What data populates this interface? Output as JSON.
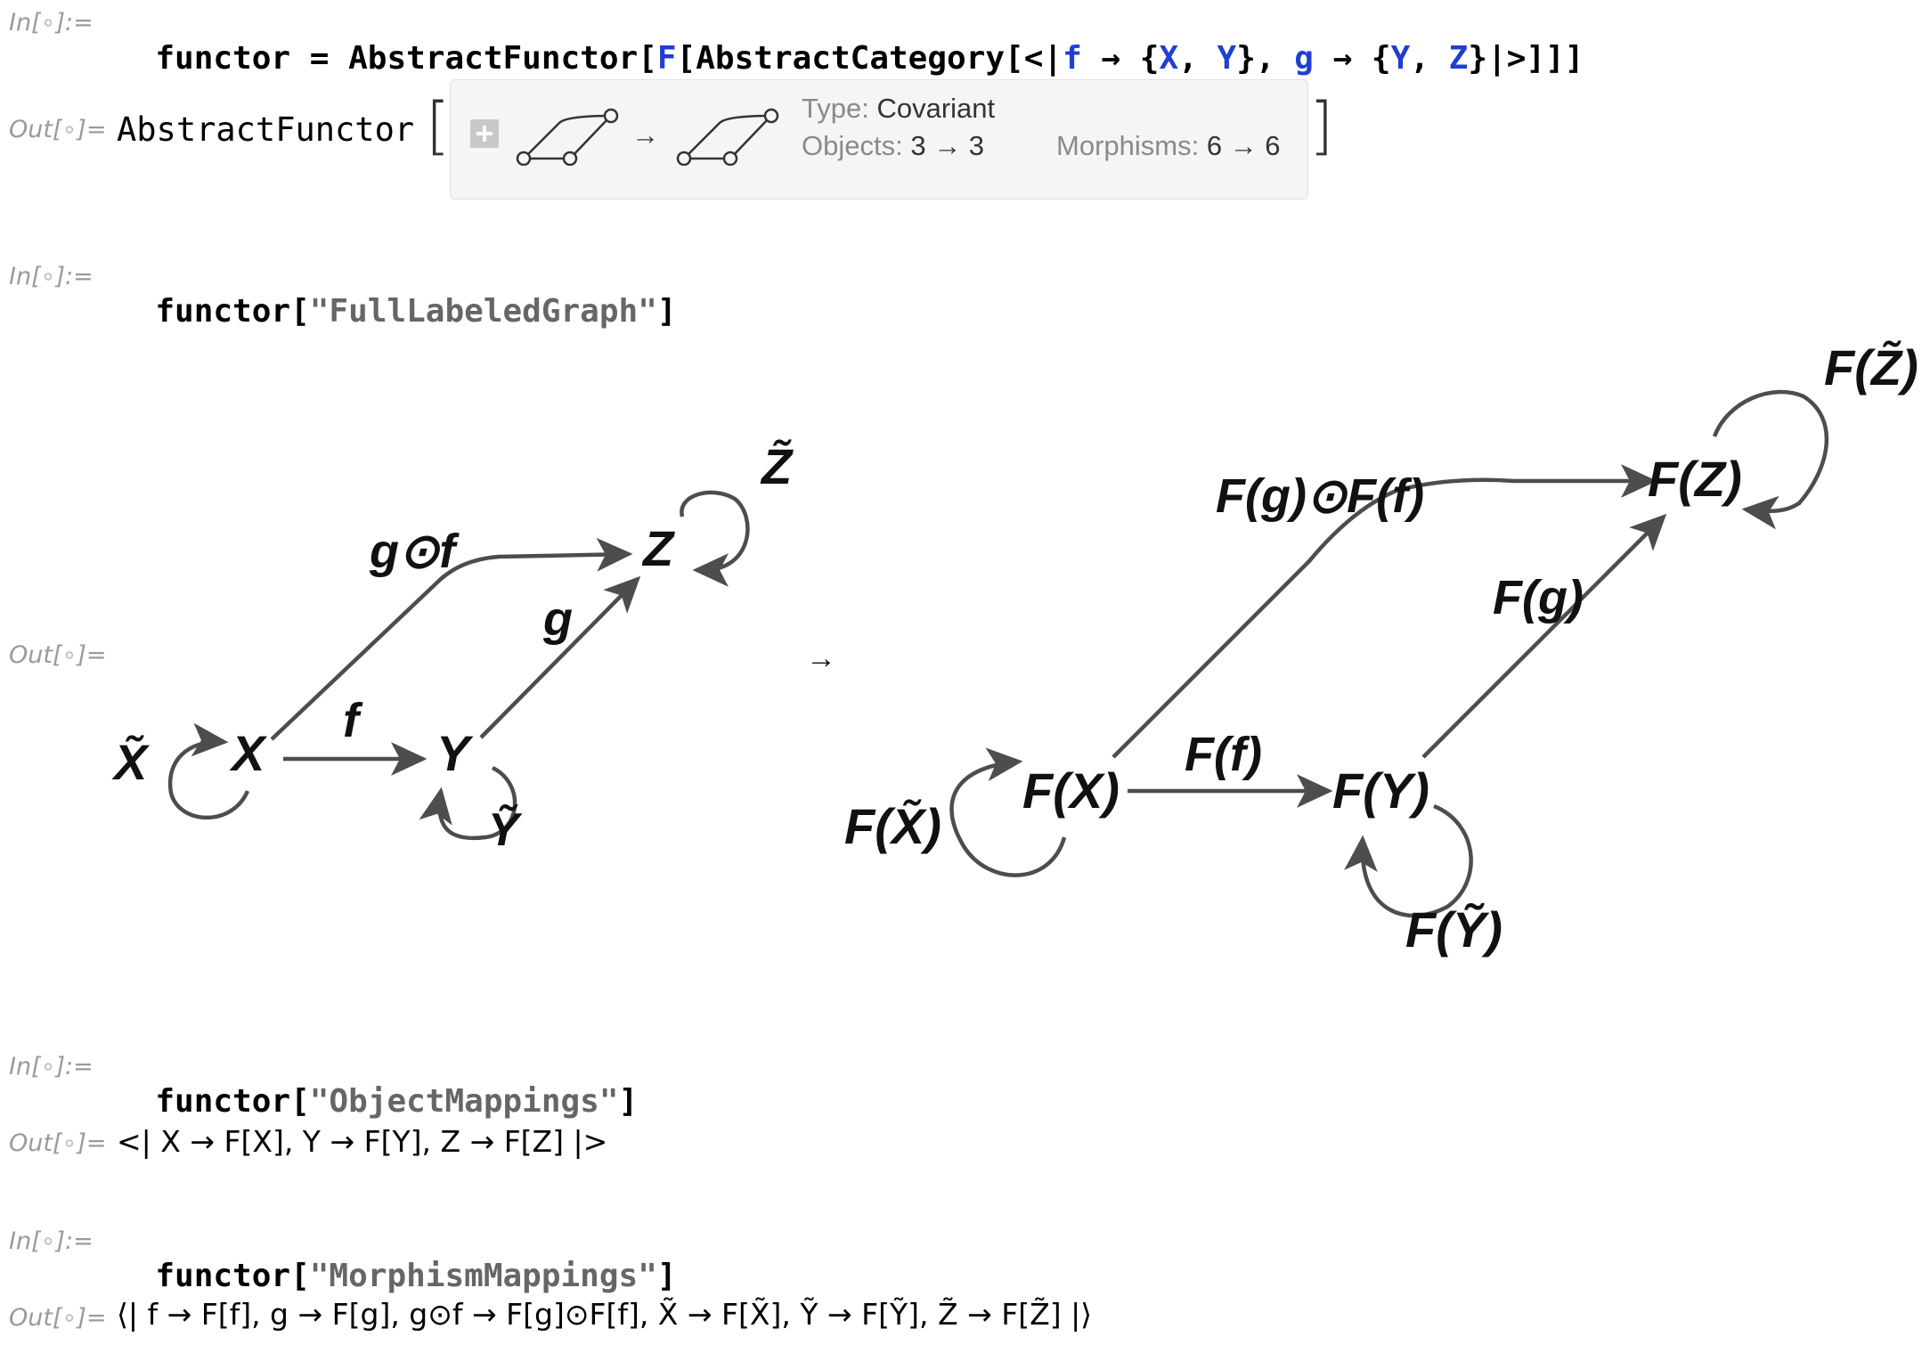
{
  "labels": {
    "in": "In[",
    "in_tail": "]:=",
    "out": "Out[",
    "out_tail": "]=",
    "dot": "∘"
  },
  "cell1": {
    "code": {
      "prefix": "functor = AbstractFunctor[",
      "F": "F",
      "mid": "[AbstractCategory[<|",
      "f": "f",
      "arrow1": " → {",
      "X": "X",
      "comma1": ", ",
      "Y1": "Y",
      "close1": "}, ",
      "g": "g",
      "arrow2": " → {",
      "Y2": "Y",
      "comma2": ", ",
      "Z": "Z",
      "suffix": "}|>]]]"
    }
  },
  "out1": {
    "head": "AbstractFunctor",
    "summary": {
      "type_key": "Type:",
      "type_val": "Covariant",
      "objects_key": "Objects:",
      "objects_val": "3 → 3",
      "morphisms_key": "Morphisms:",
      "morphisms_val": "6 → 6",
      "arrow": "→"
    }
  },
  "cell2": {
    "code_head": "functor[",
    "code_str": "\"FullLabeledGraph\"",
    "code_tail": "]"
  },
  "graph": {
    "arrow": "→",
    "left": {
      "X": "X",
      "Y": "Y",
      "Z": "Z",
      "f": "f",
      "g": "g",
      "gof": "g⊙f",
      "Xt": "X̃",
      "Yt": "Ỹ",
      "Zt": "Z̃"
    },
    "right": {
      "FX": "F(X)",
      "FY": "F(Y)",
      "FZ": "F(Z)",
      "Ff": "F(f)",
      "Fg": "F(g)",
      "FgFf": "F(g)⊙F(f)",
      "FXt": "F(X̃)",
      "FYt": "F(Ỹ)",
      "FZt": "F(Z̃)"
    },
    "edge_color": "#4d4d4d"
  },
  "cell3": {
    "code_head": "functor[",
    "code_str": "\"ObjectMappings\"",
    "code_tail": "]",
    "output": "<| X → F[X], Y → F[Y], Z → F[Z] |>"
  },
  "cell4": {
    "code_head": "functor[",
    "code_str": "\"MorphismMappings\"",
    "code_tail": "]",
    "output": "⟨| f → F[f], g → F[g], g⊙f → F[g]⊙F[f], X̃ → F[X̃], Ỹ → F[Ỹ], Z̃ → F[Z̃] |⟩"
  }
}
